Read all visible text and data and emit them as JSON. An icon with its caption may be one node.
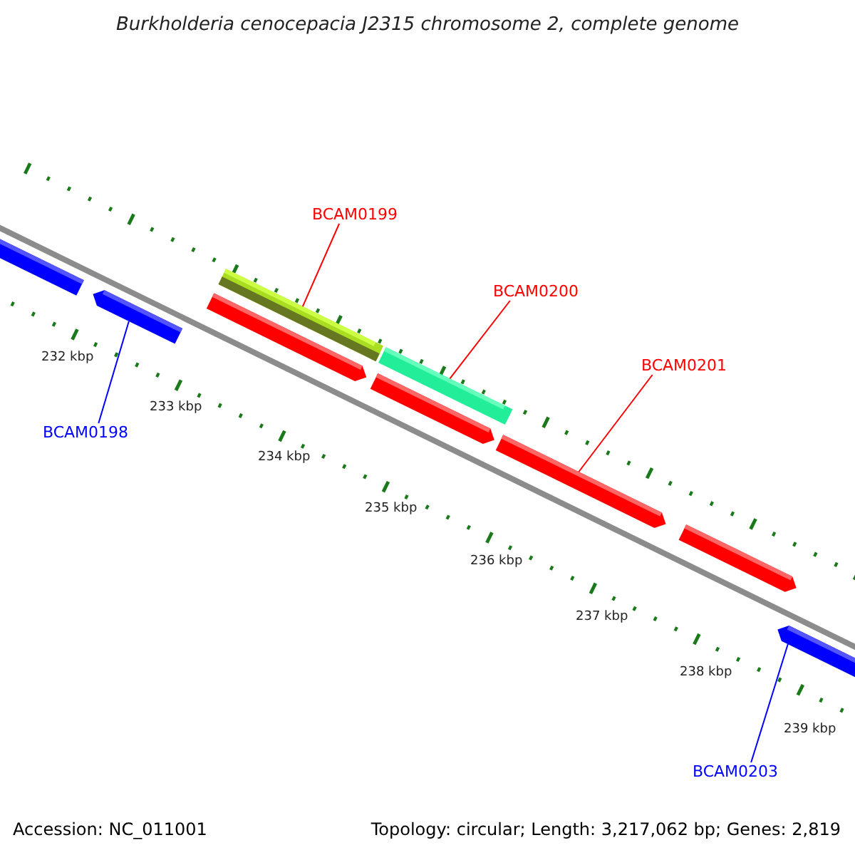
{
  "diagram": {
    "title": "Burkholderia cenocepacia J2315 chromosome 2, complete genome",
    "nodes": [
      {
        "text": [
          "BCAM0199"
        ]
      },
      {
        "text": [
          "BCAM0200"
        ]
      },
      {
        "text": [
          "BCAM0201"
        ]
      },
      {
        "text": [
          "BCAM0198"
        ]
      },
      {
        "text": [
          "BCAM0203"
        ]
      },
      {
        "text": [],
        "shape": "bar"
      },
      {
        "text": [],
        "shape": "bar"
      },
      {
        "text": [],
        "shape": "bar"
      },
      {
        "text": [],
        "shape": "bar"
      },
      {
        "text": [],
        "shape": "bar"
      },
      {
        "text": [],
        "shape": "bar"
      },
      {
        "text": [],
        "shape": "bar"
      },
      {
        "text": [],
        "shape": "bar"
      },
      {
        "text": [],
        "shape": "bar"
      }
    ],
    "edges": [
      {
        "from": 0,
        "to": 7,
        "arrow": "none"
      },
      {
        "from": 1,
        "to": 9,
        "arrow": "none"
      },
      {
        "from": 2,
        "to": 11,
        "arrow": "none"
      },
      {
        "from": 3,
        "to": 6,
        "arrow": "none",
        "color": "#0000ff"
      },
      {
        "from": 4,
        "to": 13,
        "arrow": "none",
        "color": "#0000ff"
      }
    ],
    "labels": [
      "232 kbp",
      "233 kbp",
      "234 kbp",
      "235 kbp",
      "236 kbp",
      "237 kbp",
      "238 kbp",
      "239 kbp",
      "Accession: NC_011001",
      "Topology: circular; Length: 3,217,062 bp; Genes: 2,819"
    ]
  }
}
